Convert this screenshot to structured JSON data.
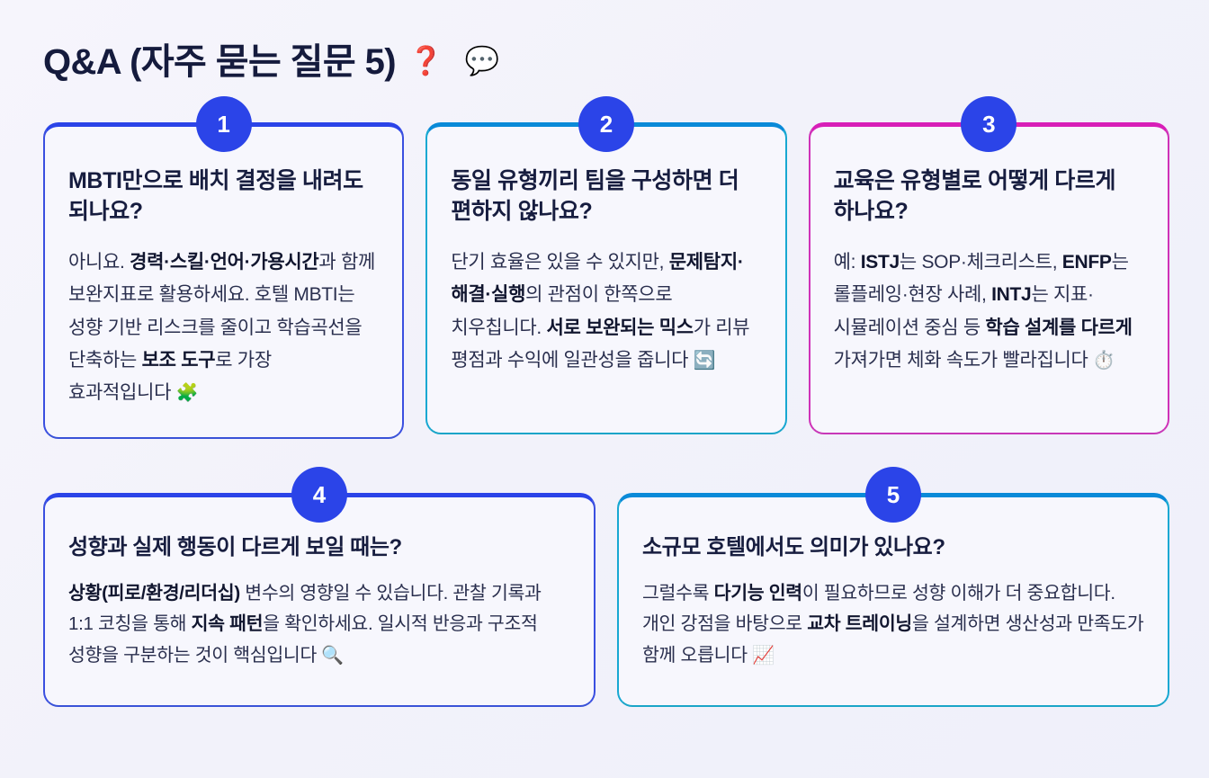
{
  "header": {
    "title": "Q&A (자주 묻는 질문 5)",
    "emoji_question": "❓",
    "emoji_speech": "💬",
    "emoji_question_name": "question-mark-icon",
    "emoji_speech_name": "speech-bubble-icon"
  },
  "colors": {
    "page_background": "#f4f3fb",
    "card_background": "#f7f7fd",
    "badge": "#2b44e8",
    "accent_indigo": "#2b44e8",
    "accent_cyan": "#0a8ad8",
    "accent_magenta": "#d81fb8",
    "heading_text": "#151b3d",
    "body_text": "#2a2f4e"
  },
  "cards": [
    {
      "number": "1",
      "accent": "indigo",
      "question": "MBTI만으로 배치 결정을 내려도 되나요?",
      "answer_html": "아니요. <b>경력·스킬·언어·가용시간</b>과 함께 보완지표로 활용하세요. 호텔 MBTI는 성향 기반 리스크를 줄이고 학습곡선을 단축하는 <b>보조 도구</b>로 가장 효과적입니다 <span class=\"inline-emoji\">🧩</span>",
      "emoji": "🧩",
      "emoji_name": "puzzle-piece-icon"
    },
    {
      "number": "2",
      "accent": "cyan",
      "question": "동일 유형끼리 팀을 구성하면 더 편하지 않나요?",
      "answer_html": "단기 효율은 있을 수 있지만, <b>문제탐지·해결·실행</b>의 관점이 한쪽으로 치우칩니다. <b>서로 보완되는 믹스</b>가 리뷰 평점과 수익에 일관성을 줍니다<span class=\"inline-emoji\"> 🔄</span>",
      "emoji": "🔄",
      "emoji_name": "refresh-arrows-icon"
    },
    {
      "number": "3",
      "accent": "magenta",
      "question": "교육은 유형별로 어떻게 다르게 하나요?",
      "answer_html": "예: <b>ISTJ</b>는 SOP·체크리스트, <b>ENFP</b>는 롤플레잉·현장 사례, <b>INTJ</b>는 지표·시뮬레이션 중심 등 <b>학습 설계를 다르게</b> 가져가면 체화 속도가 빨라집니다<span class=\"inline-emoji\"> ⏱️</span>",
      "emoji": "⏱️",
      "emoji_name": "stopwatch-icon"
    },
    {
      "number": "4",
      "accent": "indigo",
      "question": "성향과 실제 행동이 다르게 보일 때는?",
      "answer_html": "<b>상황(피로/환경/리더십)</b> 변수의 영향일 수 있습니다. 관찰 기록과 1:1 코칭을 통해 <b>지속 패턴</b>을 확인하세요. 일시적 반응과 구조적 성향을 구분하는 것이 핵심입니다<span class=\"inline-emoji\"> 🔍</span>",
      "emoji": "🔍",
      "emoji_name": "magnifying-glass-icon"
    },
    {
      "number": "5",
      "accent": "cyan",
      "question": "소규모 호텔에서도 의미가 있나요?",
      "answer_html": "그럴수록 <b>다기능 인력</b>이 필요하므로 성향 이해가 더 중요합니다. 개인 강점을 바탕으로 <b>교차 트레이닝</b>을 설계하면 생산성과 만족도가 함께 오릅니다<span class=\"inline-emoji\"> 📈</span>",
      "emoji": "📈",
      "emoji_name": "chart-increasing-icon"
    }
  ]
}
